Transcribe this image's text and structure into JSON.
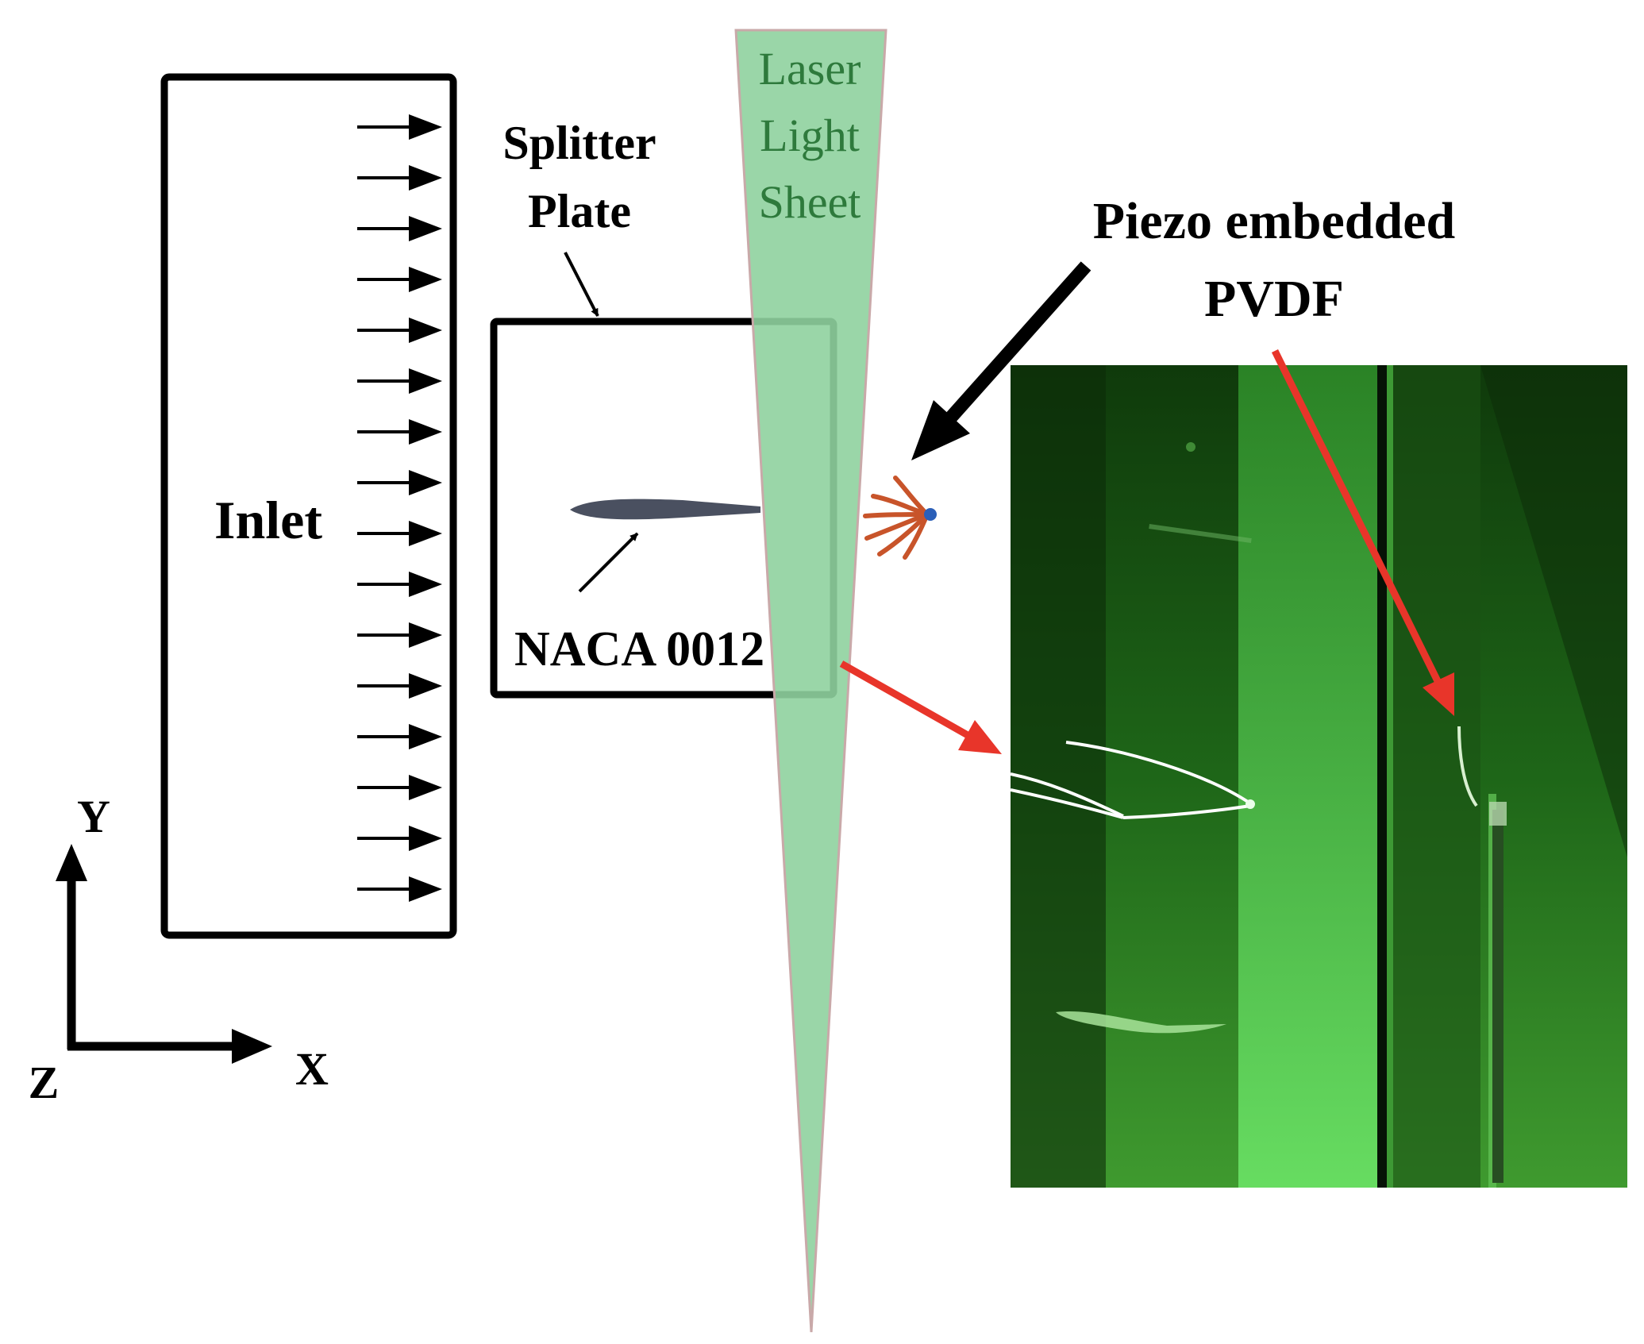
{
  "labels": {
    "inlet": "Inlet",
    "splitter_line1": "Splitter",
    "splitter_line2": "Plate",
    "laser_line1": "Laser",
    "laser_line2": "Light",
    "laser_line3": "Sheet",
    "piezo_line1": "Piezo embedded",
    "piezo_line2": "PVDF",
    "airfoil": "NACA 0012",
    "axis_y": "Y",
    "axis_x": "X",
    "axis_z": "Z"
  },
  "colors": {
    "laser_fill": "#8fd19e",
    "laser_text": "#2e7a3c",
    "callout_arrow": "#e8352a",
    "pvdf_icon": "#c8542a",
    "pvdf_tip": "#2b5fb8",
    "photo_green": "#1f6b1a"
  },
  "icons": {
    "flow_arrow": "right-arrow-icon",
    "pvdf_sensor": "pvdf-strip-icon",
    "coordinate_axes": "axes-icon"
  }
}
